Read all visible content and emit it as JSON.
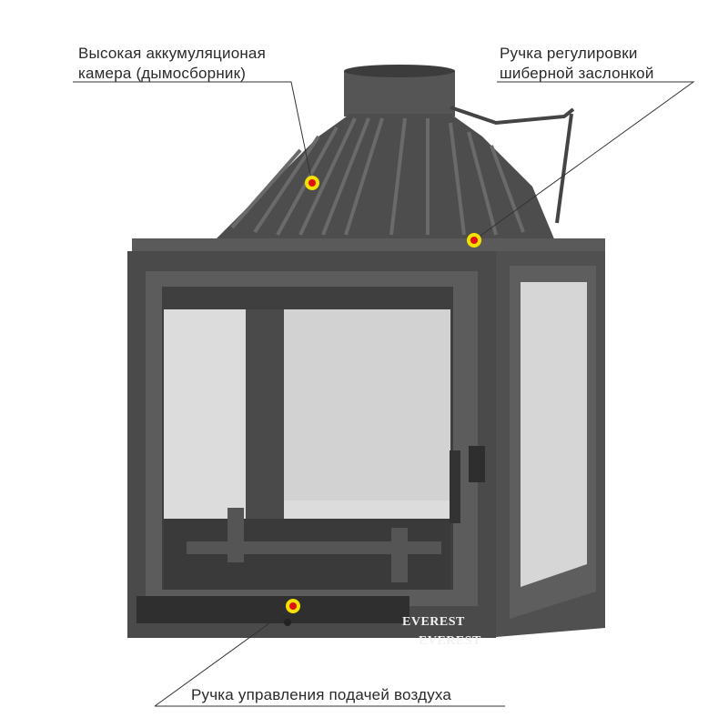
{
  "annotations": {
    "smoke_chamber": {
      "line1": "Высокая аккумуляционая",
      "line2": "камера (дымосборник)"
    },
    "damper_handle": {
      "line1": "Ручка регулировки",
      "line2": "шиберной заслонкой"
    },
    "air_control": {
      "line1": "Ручка управления подачей воздуха"
    }
  },
  "brand": {
    "logo_text": "EVEREST"
  },
  "colors": {
    "marker_outer": "#f5e000",
    "marker_inner": "#e01010",
    "metal": "#4a4a4a",
    "glass": "#dcdcdc"
  }
}
